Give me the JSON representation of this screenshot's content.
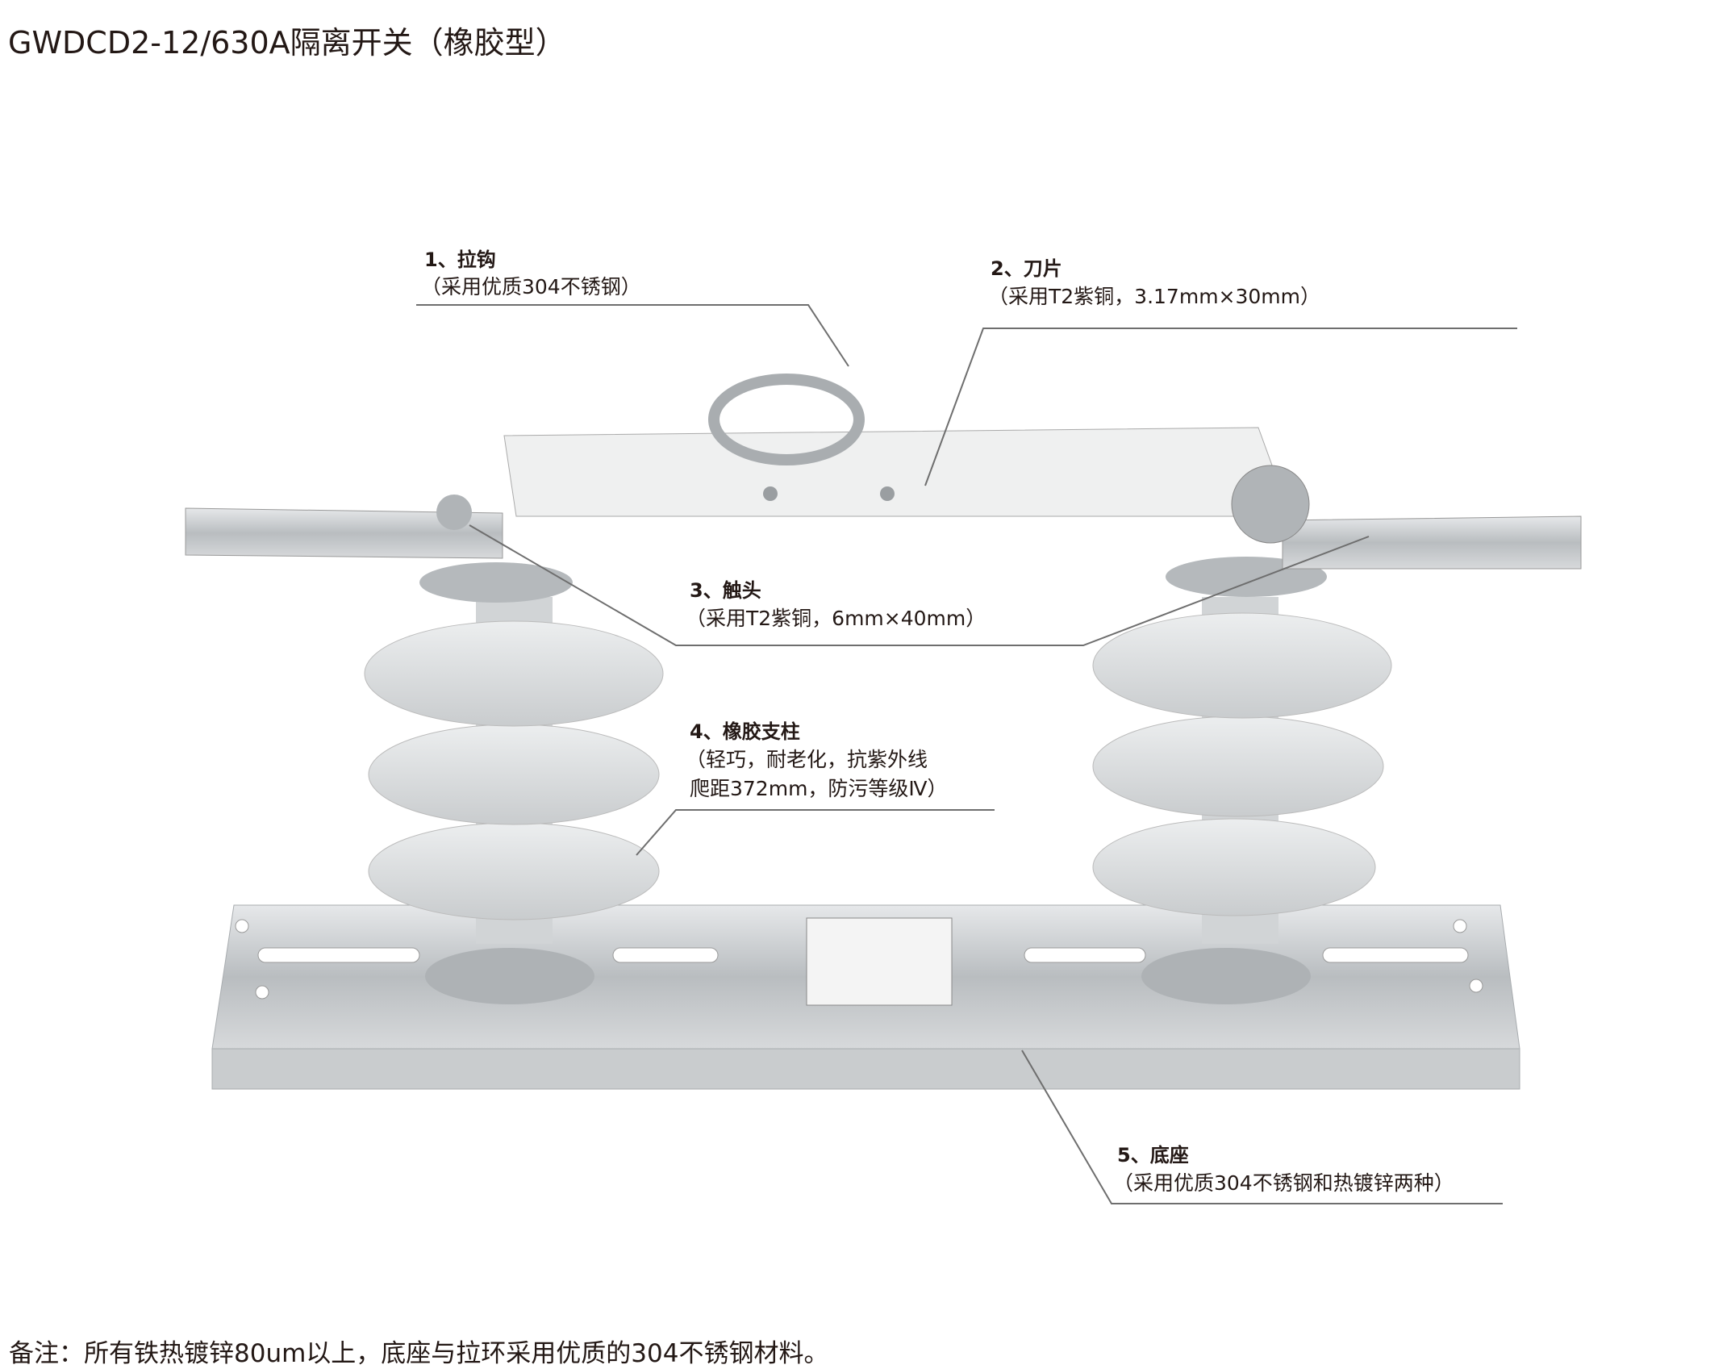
{
  "title": "GWDCD2-12/630A隔离开关（橡胶型）",
  "callouts": [
    {
      "label": "1、拉钩",
      "detail": "（采用优质304不锈钢）"
    },
    {
      "label": "2、刀片",
      "detail": "（采用T2紫铜，3.17mm×30mm）"
    },
    {
      "label": "3、触头",
      "detail": "（采用T2紫铜，6mm×40mm）"
    },
    {
      "label": "4、橡胶支柱",
      "detail": "（轻巧，耐老化，抗紫外线",
      "detail2": "爬距372mm，防污等级Ⅳ）"
    },
    {
      "label": "5、底座",
      "detail": "（采用优质304不锈钢和热镀锌两种）"
    }
  ],
  "note": "备注：所有铁热镀锌80um以上，底座与拉环采用优质的304不锈钢材料。",
  "colors": {
    "text": "#231815",
    "leader": "#6e6e6e",
    "insulator": "#d8dadc",
    "metal": "#c4c7c9"
  }
}
